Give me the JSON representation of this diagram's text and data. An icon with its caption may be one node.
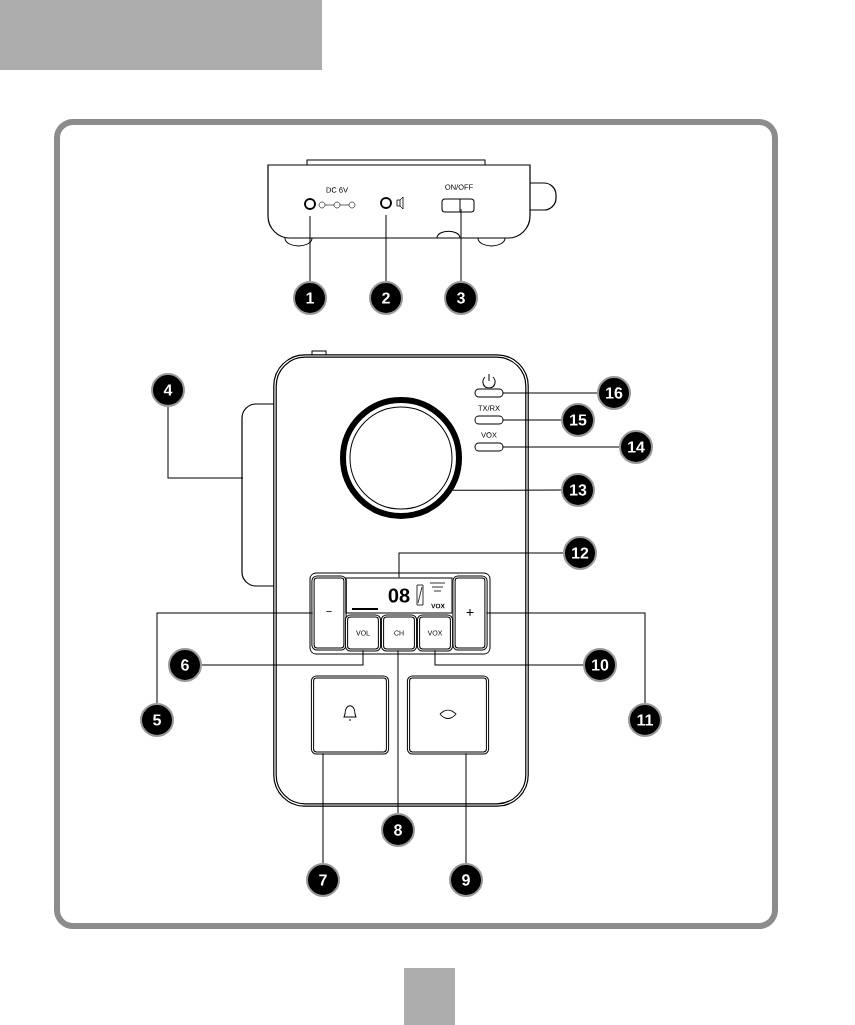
{
  "diagram": {
    "nodes": [
      {
        "text": [
          "1"
        ]
      },
      {
        "text": [
          "2"
        ]
      },
      {
        "text": [
          "3"
        ]
      },
      {
        "text": [
          "4"
        ]
      },
      {
        "text": [
          "5"
        ]
      },
      {
        "text": [
          "6"
        ]
      },
      {
        "text": [
          "7"
        ]
      },
      {
        "text": [
          "8"
        ]
      },
      {
        "text": [
          "9"
        ]
      },
      {
        "text": [
          "10"
        ]
      },
      {
        "text": [
          "11"
        ]
      },
      {
        "text": [
          "12"
        ]
      },
      {
        "text": [
          "13"
        ]
      },
      {
        "text": [
          "14"
        ]
      },
      {
        "text": [
          "15"
        ]
      },
      {
        "text": [
          "16"
        ]
      },
      {
        "text": [
          "−"
        ]
      },
      {
        "text": [
          "08",
          "VOX"
        ]
      },
      {
        "text": [
          "+"
        ]
      },
      {
        "text": [
          "VOL"
        ]
      },
      {
        "text": [
          "CH"
        ]
      },
      {
        "text": [
          "VOX"
        ]
      },
      {
        "text": [],
        "shape": "box"
      },
      {
        "text": [],
        "shape": "box"
      },
      {
        "text": [],
        "shape": "circle"
      }
    ],
    "edges": [
      {
        "from": 0,
        "to": null,
        "arrow": "none"
      },
      {
        "from": 1,
        "to": null,
        "arrow": "none"
      },
      {
        "from": 2,
        "to": null,
        "arrow": "none"
      },
      {
        "from": 3,
        "to": null,
        "arrow": "none"
      },
      {
        "from": 4,
        "to": 16,
        "arrow": "none"
      },
      {
        "from": 5,
        "to": 19,
        "arrow": "none"
      },
      {
        "from": 6,
        "to": 22,
        "arrow": "none"
      },
      {
        "from": 7,
        "to": 20,
        "arrow": "none"
      },
      {
        "from": 8,
        "to": 23,
        "arrow": "none"
      },
      {
        "from": 9,
        "to": 21,
        "arrow": "none"
      },
      {
        "from": 10,
        "to": 18,
        "arrow": "none"
      },
      {
        "from": 11,
        "to": 17,
        "arrow": "none"
      },
      {
        "from": 12,
        "to": 24,
        "arrow": "none"
      },
      {
        "from": 13,
        "to": null,
        "arrow": "none"
      },
      {
        "from": 14,
        "to": null,
        "arrow": "none"
      },
      {
        "from": 15,
        "to": null,
        "arrow": "none"
      }
    ],
    "labels": [
      "DC 6V",
      "ON/OFF",
      "TX/RX",
      "VOX"
    ]
  }
}
